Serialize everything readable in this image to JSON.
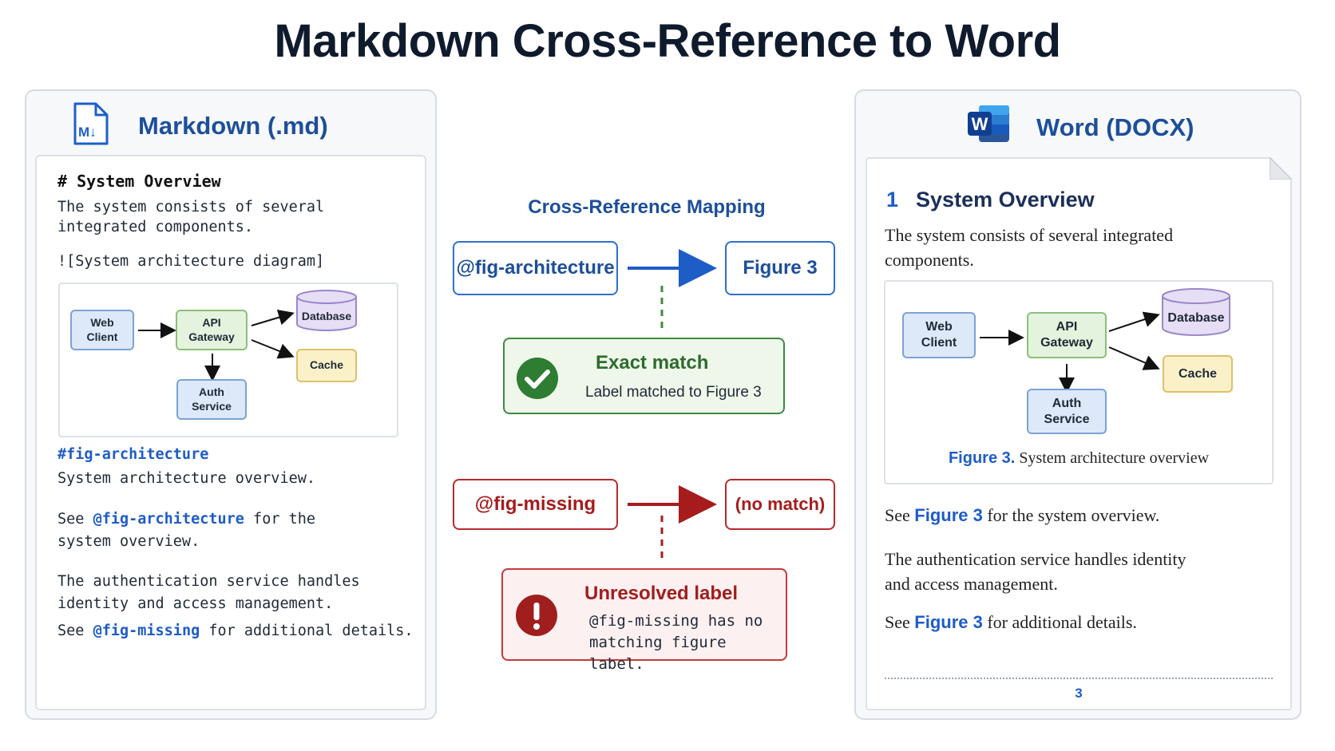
{
  "title": "Markdown Cross-Reference to Word",
  "markdown_panel": {
    "title": "Markdown (.md)",
    "icon": "markdown-file-icon",
    "heading": "# System Overview",
    "intro_line1": "The system consists of several",
    "intro_line2": "integrated components.",
    "image_syntax": "![System architecture diagram]",
    "figure_id": "#fig-architecture",
    "figure_caption": "System architecture overview.",
    "para1_prefix": "See ",
    "para1_ref": "@fig-architecture",
    "para1_suffix": " for the",
    "para1_line2": "system overview.",
    "para2_line1": "The authentication service handles",
    "para2_line2": "identity and access management.",
    "para3_prefix": "See ",
    "para3_ref": "@fig-missing",
    "para3_suffix": " for additional details."
  },
  "diagram": {
    "web_client_line1": "Web",
    "web_client_line2": "Client",
    "api_gateway_line1": "API",
    "api_gateway_line2": "Gateway",
    "database": "Database",
    "cache": "Cache",
    "auth_service_line1": "Auth",
    "auth_service_line2": "Service"
  },
  "mapping": {
    "title": "Cross-Reference Mapping",
    "match": {
      "source": "@fig-architecture",
      "target": "Figure 3",
      "result_title": "Exact match",
      "result_detail": "Label matched to Figure 3"
    },
    "miss": {
      "source": "@fig-missing",
      "target": "(no match)",
      "result_title": "Unresolved label",
      "result_detail_line1": "@fig-missing has no",
      "result_detail_line2": "matching figure label."
    }
  },
  "word_panel": {
    "title": "Word (DOCX)",
    "icon": "word-icon",
    "icon_letter": "W",
    "heading_number": "1",
    "heading_text": "System Overview",
    "intro_line1": "The system consists of several integrated",
    "intro_line2": "components.",
    "caption_label": "Figure 3.",
    "caption_text": " System architecture overview",
    "para1_prefix": "See ",
    "para1_ref": "Figure 3",
    "para1_suffix": " for the system overview.",
    "para2_line1": "The authentication service handles identity",
    "para2_line2": "and access management.",
    "para3_prefix": "See ",
    "para3_ref": "Figure 3",
    "para3_suffix": " for additional details.",
    "page_number": "3"
  },
  "colors": {
    "accent_blue": "#1d4f99",
    "link_blue": "#1e5cc7",
    "match_green": "#3e8a3e",
    "error_red": "#b52b2b"
  }
}
